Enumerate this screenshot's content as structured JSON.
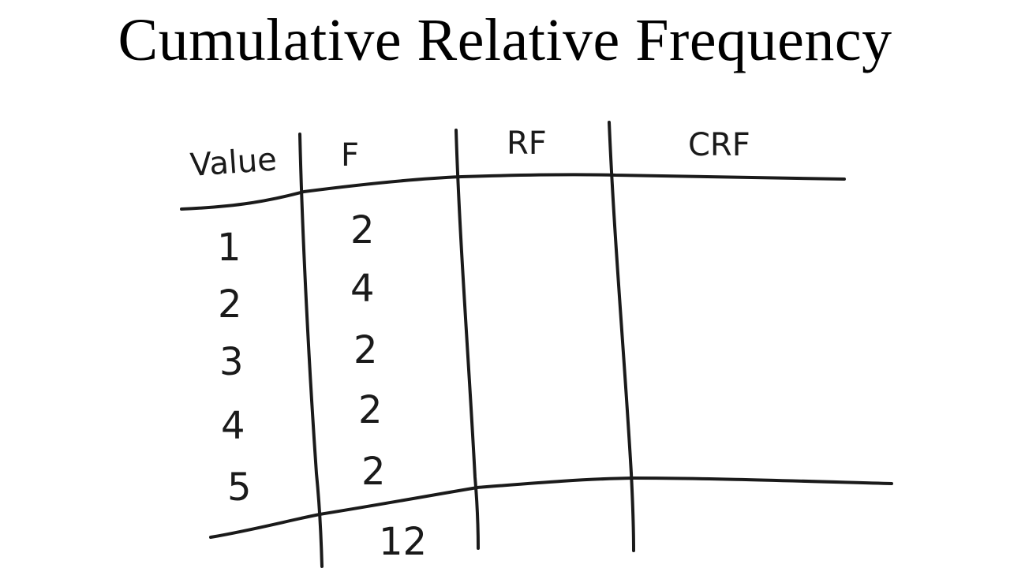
{
  "slide": {
    "title": "Cumulative Relative Frequency"
  },
  "table": {
    "headers": {
      "value": "Value",
      "f": "F",
      "rf": "RF",
      "crf": "CRF"
    },
    "rows": [
      {
        "value": "1",
        "f": "2"
      },
      {
        "value": "2",
        "f": "4"
      },
      {
        "value": "3",
        "f": "2"
      },
      {
        "value": "4",
        "f": "2"
      },
      {
        "value": "5",
        "f": "2"
      }
    ],
    "total_f": "12"
  }
}
